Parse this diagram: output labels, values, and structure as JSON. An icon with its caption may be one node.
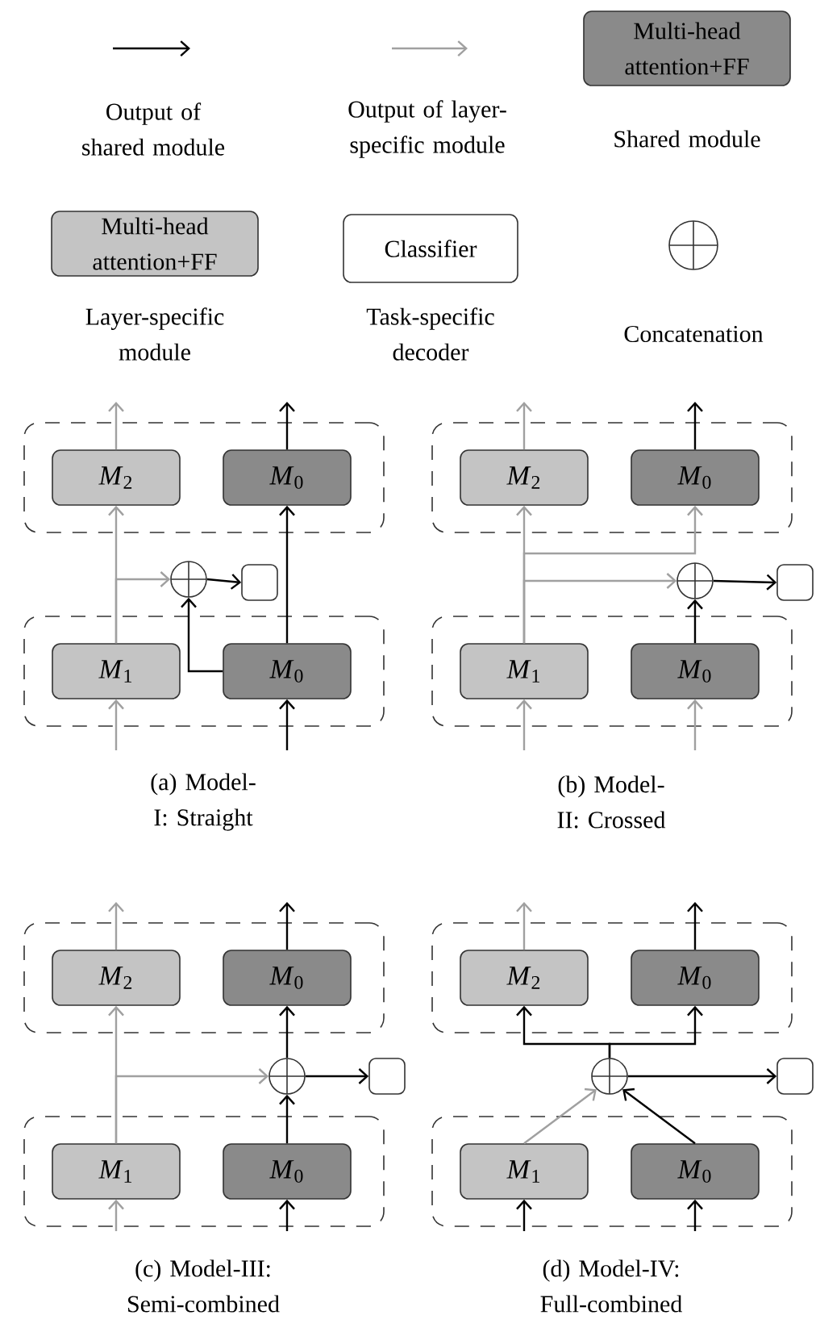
{
  "diagram": {
    "nodes": [
      {
        "text": [
          "Multi-head attention+FF"
        ],
        "beside": [
          "Shared module"
        ]
      },
      {
        "text": [
          "Multi-head attention+FF"
        ],
        "beside": [
          "Layer-specific module"
        ]
      },
      {
        "text": [
          "Classifier"
        ],
        "beside": [
          "Task-specific decoder"
        ]
      },
      {
        "text": [],
        "shape": "circle",
        "beside": [
          "Concatenation"
        ]
      },
      {
        "text": [],
        "shape": "box"
      },
      {
        "text": [
          "*M*$_{2}$"
        ],
        "in": 4
      },
      {
        "text": [
          "*M*$_{0}$"
        ],
        "in": 4
      },
      {
        "text": [],
        "shape": "box"
      },
      {
        "text": [
          "*M*$_{1}$"
        ],
        "in": 7
      },
      {
        "text": [
          "*M*$_{0}$"
        ],
        "in": 7
      },
      {
        "text": [],
        "shape": "circle"
      },
      {
        "text": [],
        "shape": "box"
      },
      {
        "text": [],
        "shape": "box"
      },
      {
        "text": [
          "*M*$_{2}$"
        ],
        "in": 12
      },
      {
        "text": [
          "*M*$_{0}$"
        ],
        "in": 12
      },
      {
        "text": [],
        "shape": "box"
      },
      {
        "text": [
          "*M*$_{1}$"
        ],
        "in": 15
      },
      {
        "text": [
          "*M*$_{0}$"
        ],
        "in": 15
      },
      {
        "text": [],
        "shape": "circle"
      },
      {
        "text": [],
        "shape": "box"
      },
      {
        "text": [],
        "shape": "box"
      },
      {
        "text": [
          "*M*$_{2}$"
        ],
        "in": 20
      },
      {
        "text": [
          "*M*$_{0}$"
        ],
        "in": 20
      },
      {
        "text": [],
        "shape": "box"
      },
      {
        "text": [
          "*M*$_{1}$"
        ],
        "in": 23
      },
      {
        "text": [
          "*M*$_{0}$"
        ],
        "in": 23
      },
      {
        "text": [],
        "shape": "circle"
      },
      {
        "text": [],
        "shape": "box"
      },
      {
        "text": [],
        "shape": "box"
      },
      {
        "text": [
          "*M*$_{2}$"
        ],
        "in": 28
      },
      {
        "text": [
          "*M*$_{0}$"
        ],
        "in": 28
      },
      {
        "text": [],
        "shape": "box"
      },
      {
        "text": [
          "*M*$_{1}$"
        ],
        "in": 31
      },
      {
        "text": [
          "*M*$_{0}$"
        ],
        "in": 31
      },
      {
        "text": [],
        "shape": "circle"
      },
      {
        "text": [],
        "shape": "box"
      }
    ],
    "edges": [
      {
        "from": null,
        "to": 8,
        "arrow": "to",
        "color": "#a0a0a0"
      },
      {
        "from": null,
        "to": 9,
        "arrow": "to"
      },
      {
        "from": 8,
        "to": 5,
        "arrow": "to",
        "color": "#a0a0a0"
      },
      {
        "from": 8,
        "to": 10,
        "arrow": "to",
        "color": "#a0a0a0"
      },
      {
        "from": 9,
        "to": 10,
        "arrow": "to"
      },
      {
        "from": 9,
        "to": 6,
        "arrow": "to"
      },
      {
        "from": 10,
        "to": 11,
        "arrow": "to"
      },
      {
        "from": 5,
        "to": null,
        "arrow": "to",
        "color": "#a0a0a0"
      },
      {
        "from": 6,
        "to": null,
        "arrow": "to"
      },
      {
        "from": null,
        "to": 16,
        "arrow": "to",
        "color": "#a0a0a0"
      },
      {
        "from": null,
        "to": 17,
        "arrow": "to",
        "color": "#a0a0a0"
      },
      {
        "from": 16,
        "to": 13,
        "arrow": "to",
        "color": "#a0a0a0"
      },
      {
        "from": 16,
        "to": 14,
        "arrow": "to",
        "color": "#a0a0a0"
      },
      {
        "from": 16,
        "to": 18,
        "arrow": "to",
        "color": "#a0a0a0"
      },
      {
        "from": 17,
        "to": 18,
        "arrow": "to"
      },
      {
        "from": 18,
        "to": 19,
        "arrow": "to"
      },
      {
        "from": 13,
        "to": null,
        "arrow": "to",
        "color": "#a0a0a0"
      },
      {
        "from": 14,
        "to": null,
        "arrow": "to"
      },
      {
        "from": null,
        "to": 24,
        "arrow": "to",
        "color": "#a0a0a0"
      },
      {
        "from": null,
        "to": 25,
        "arrow": "to"
      },
      {
        "from": 24,
        "to": 21,
        "arrow": "to",
        "color": "#a0a0a0"
      },
      {
        "from": 24,
        "to": 26,
        "arrow": "to",
        "color": "#a0a0a0"
      },
      {
        "from": 25,
        "to": 26,
        "arrow": "to"
      },
      {
        "from": 26,
        "to": 22,
        "arrow": "to"
      },
      {
        "from": 26,
        "to": 27,
        "arrow": "to"
      },
      {
        "from": 21,
        "to": null,
        "arrow": "to",
        "color": "#a0a0a0"
      },
      {
        "from": 22,
        "to": null,
        "arrow": "to"
      },
      {
        "from": null,
        "to": 32,
        "arrow": "to"
      },
      {
        "from": null,
        "to": 33,
        "arrow": "to"
      },
      {
        "from": 32,
        "to": 34,
        "arrow": "to",
        "color": "#a0a0a0"
      },
      {
        "from": 33,
        "to": 34,
        "arrow": "to"
      },
      {
        "from": 34,
        "to": 29,
        "arrow": "to"
      },
      {
        "from": 34,
        "to": 30,
        "arrow": "to"
      },
      {
        "from": 34,
        "to": 35,
        "arrow": "to"
      },
      {
        "from": 29,
        "to": null,
        "arrow": "to",
        "color": "#a0a0a0"
      },
      {
        "from": 30,
        "to": null,
        "arrow": "to"
      }
    ],
    "labels": [
      "(a) Model-I: Straight",
      "(b) Model-II: Crossed",
      "(c) Model-III: Semi-combined",
      "(d) Model-IV: Full-combined"
    ],
    "legend": [
      {
        "text": "Output of shared module"
      },
      {
        "text": "Output of layer-specific module"
      }
    ]
  }
}
